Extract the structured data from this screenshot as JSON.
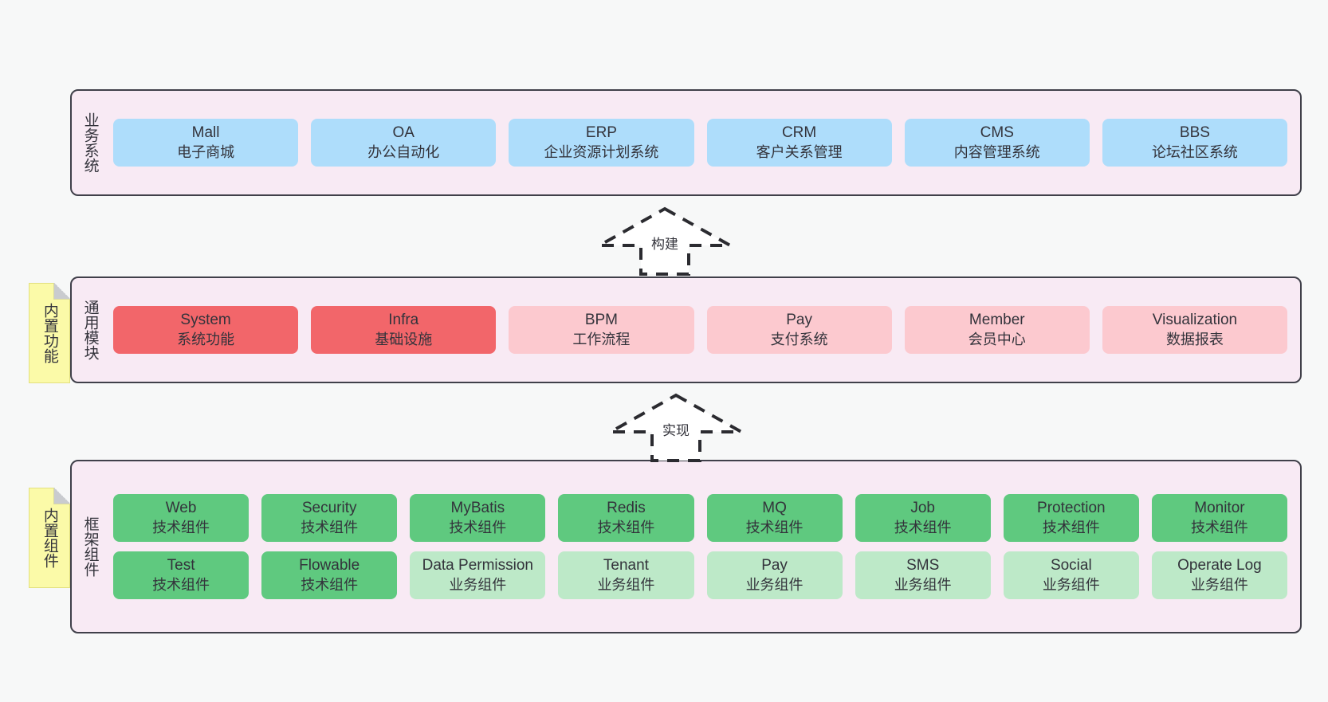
{
  "diagram": {
    "title": "",
    "background_color": "#f7f8f8",
    "layer_fill": "#f8eaf4",
    "layer_border": "#40404a"
  },
  "notes": [
    {
      "name": "builtin-function",
      "text": "内置功能",
      "color": "#fbfaa8"
    },
    {
      "name": "builtin-component",
      "text": "内置组件",
      "color": "#fbfaa8"
    }
  ],
  "arrows": [
    {
      "name": "build-arrow",
      "label": "构建",
      "style": "dashed-hollow-up"
    },
    {
      "name": "implement-arrow",
      "label": "实现",
      "style": "dashed-hollow-up"
    }
  ],
  "layers": [
    {
      "id": "business",
      "title": "业务系统",
      "color": "#aeddfb",
      "rows": [
        {
          "cells": [
            {
              "name": "Mall",
              "desc": "电子商城",
              "color": "blue"
            },
            {
              "name": "OA",
              "desc": "办公自动化",
              "color": "blue"
            },
            {
              "name": "ERP",
              "desc": "企业资源计划系统",
              "color": "blue"
            },
            {
              "name": "CRM",
              "desc": "客户关系管理",
              "color": "blue"
            },
            {
              "name": "CMS",
              "desc": "内容管理系统",
              "color": "blue"
            },
            {
              "name": "BBS",
              "desc": "论坛社区系统",
              "color": "blue"
            }
          ]
        }
      ]
    },
    {
      "id": "common",
      "title": "通用模块",
      "color": "#f2666a",
      "rows": [
        {
          "cells": [
            {
              "name": "System",
              "desc": "系统功能",
              "color": "red"
            },
            {
              "name": "Infra",
              "desc": "基础设施",
              "color": "red"
            },
            {
              "name": "BPM",
              "desc": "工作流程",
              "color": "pink"
            },
            {
              "name": "Pay",
              "desc": "支付系统",
              "color": "pink"
            },
            {
              "name": "Member",
              "desc": "会员中心",
              "color": "pink"
            },
            {
              "name": "Visualization",
              "desc": "数据报表",
              "color": "pink"
            }
          ]
        }
      ]
    },
    {
      "id": "framework",
      "title": "框架组件",
      "color": "#5fc97f",
      "rows": [
        {
          "cells": [
            {
              "name": "Web",
              "desc": "技术组件",
              "color": "green"
            },
            {
              "name": "Security",
              "desc": "技术组件",
              "color": "green"
            },
            {
              "name": "MyBatis",
              "desc": "技术组件",
              "color": "green"
            },
            {
              "name": "Redis",
              "desc": "技术组件",
              "color": "green"
            },
            {
              "name": "MQ",
              "desc": "技术组件",
              "color": "green"
            },
            {
              "name": "Job",
              "desc": "技术组件",
              "color": "green"
            },
            {
              "name": "Protection",
              "desc": "技术组件",
              "color": "green"
            },
            {
              "name": "Monitor",
              "desc": "技术组件",
              "color": "green"
            }
          ]
        },
        {
          "cells": [
            {
              "name": "Test",
              "desc": "技术组件",
              "color": "green"
            },
            {
              "name": "Flowable",
              "desc": "技术组件",
              "color": "green"
            },
            {
              "name": "Data Permission",
              "desc": "业务组件",
              "color": "lightgreen"
            },
            {
              "name": "Tenant",
              "desc": "业务组件",
              "color": "lightgreen"
            },
            {
              "name": "Pay",
              "desc": "业务组件",
              "color": "lightgreen"
            },
            {
              "name": "SMS",
              "desc": "业务组件",
              "color": "lightgreen"
            },
            {
              "name": "Social",
              "desc": "业务组件",
              "color": "lightgreen"
            },
            {
              "name": "Operate Log",
              "desc": "业务组件",
              "color": "lightgreen"
            }
          ]
        }
      ]
    }
  ]
}
